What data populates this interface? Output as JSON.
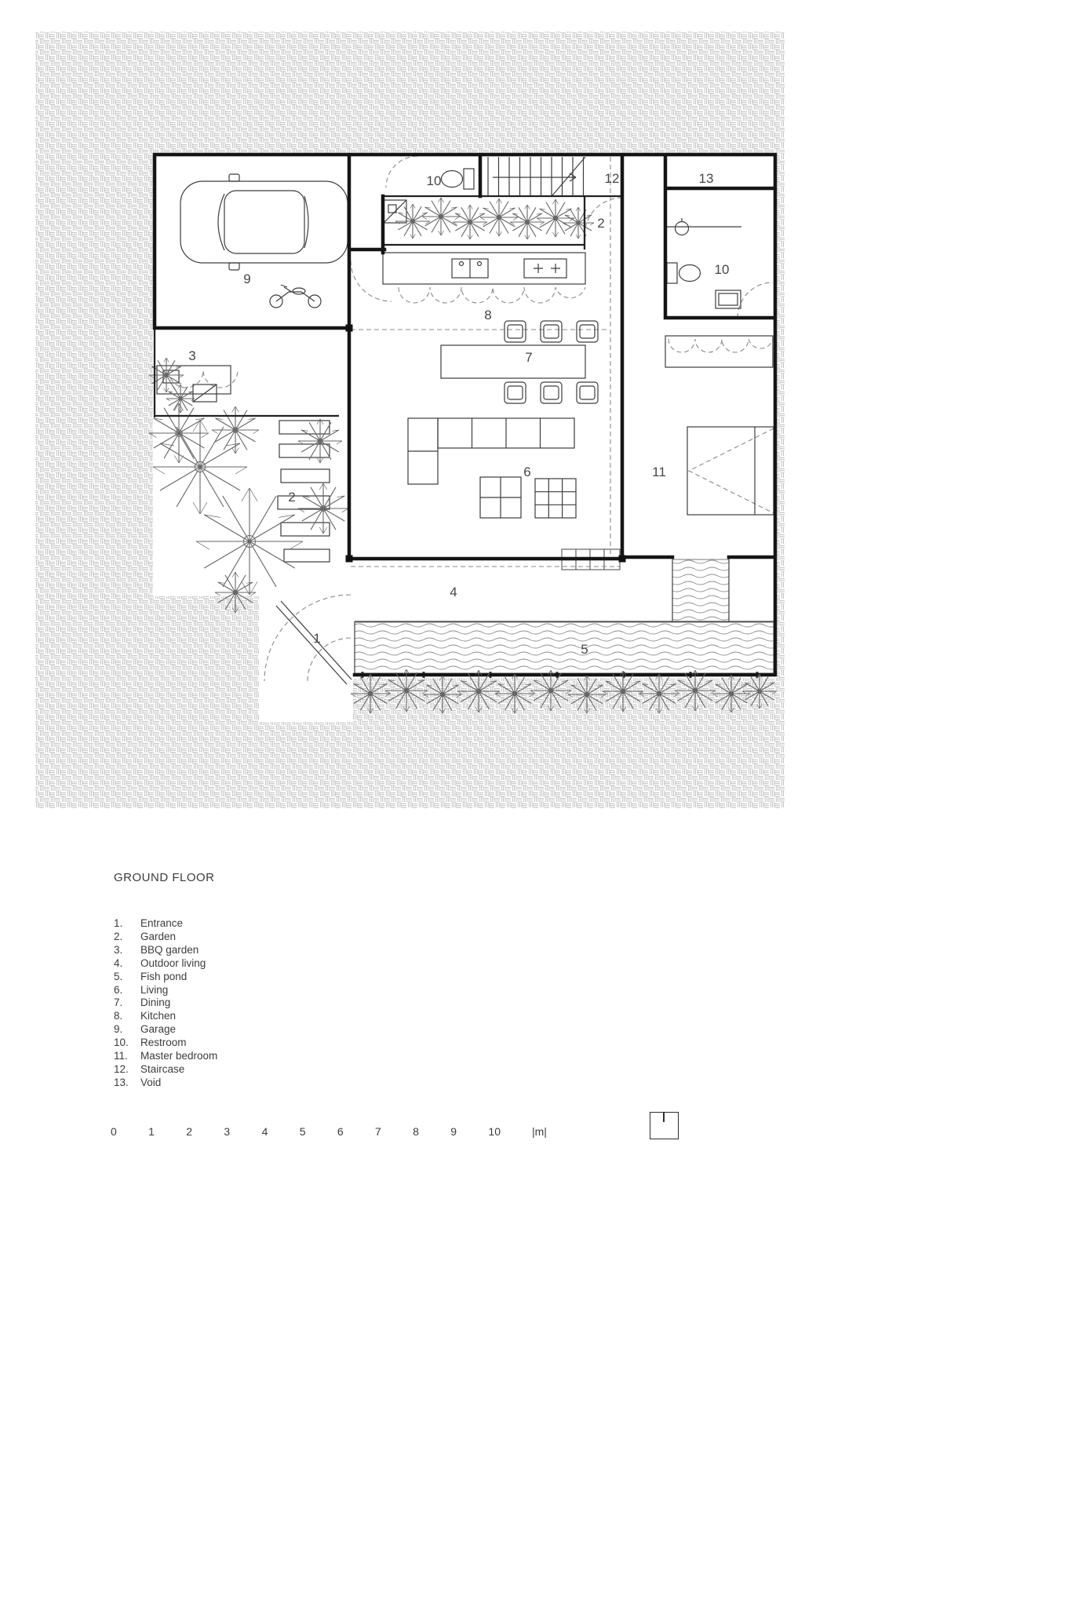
{
  "colors": {
    "ink": "#151515",
    "hatch": "#b5b5b5",
    "water": "#8f8f8f",
    "label": "#474747"
  },
  "plan": {
    "labels": [
      {
        "text": "10"
      },
      {
        "text": "12"
      },
      {
        "text": "13"
      },
      {
        "text": "2"
      },
      {
        "text": "10"
      },
      {
        "text": "9"
      },
      {
        "text": "8"
      },
      {
        "text": "3"
      },
      {
        "text": "7"
      },
      {
        "text": "6"
      },
      {
        "text": "11"
      },
      {
        "text": "2"
      },
      {
        "text": "4"
      },
      {
        "text": "1"
      },
      {
        "text": "5"
      }
    ]
  },
  "legend": {
    "title": "GROUND FLOOR",
    "items": [
      {
        "num": "1.",
        "label": "Entrance"
      },
      {
        "num": "2.",
        "label": "Garden"
      },
      {
        "num": "3.",
        "label": "BBQ garden"
      },
      {
        "num": "4.",
        "label": "Outdoor living"
      },
      {
        "num": "5.",
        "label": "Fish pond"
      },
      {
        "num": "6.",
        "label": "Living"
      },
      {
        "num": "7.",
        "label": "Dining"
      },
      {
        "num": "8.",
        "label": "Kitchen"
      },
      {
        "num": "9.",
        "label": "Garage"
      },
      {
        "num": "10.",
        "label": "Restroom"
      },
      {
        "num": "11.",
        "label": "Master bedroom"
      },
      {
        "num": "12.",
        "label": "Staircase"
      },
      {
        "num": "13.",
        "label": "Void"
      }
    ]
  },
  "scale_bar": {
    "ticks": [
      "0",
      "1",
      "2",
      "3",
      "4",
      "5",
      "6",
      "7",
      "8",
      "9",
      "10"
    ],
    "unit": "|m|"
  }
}
